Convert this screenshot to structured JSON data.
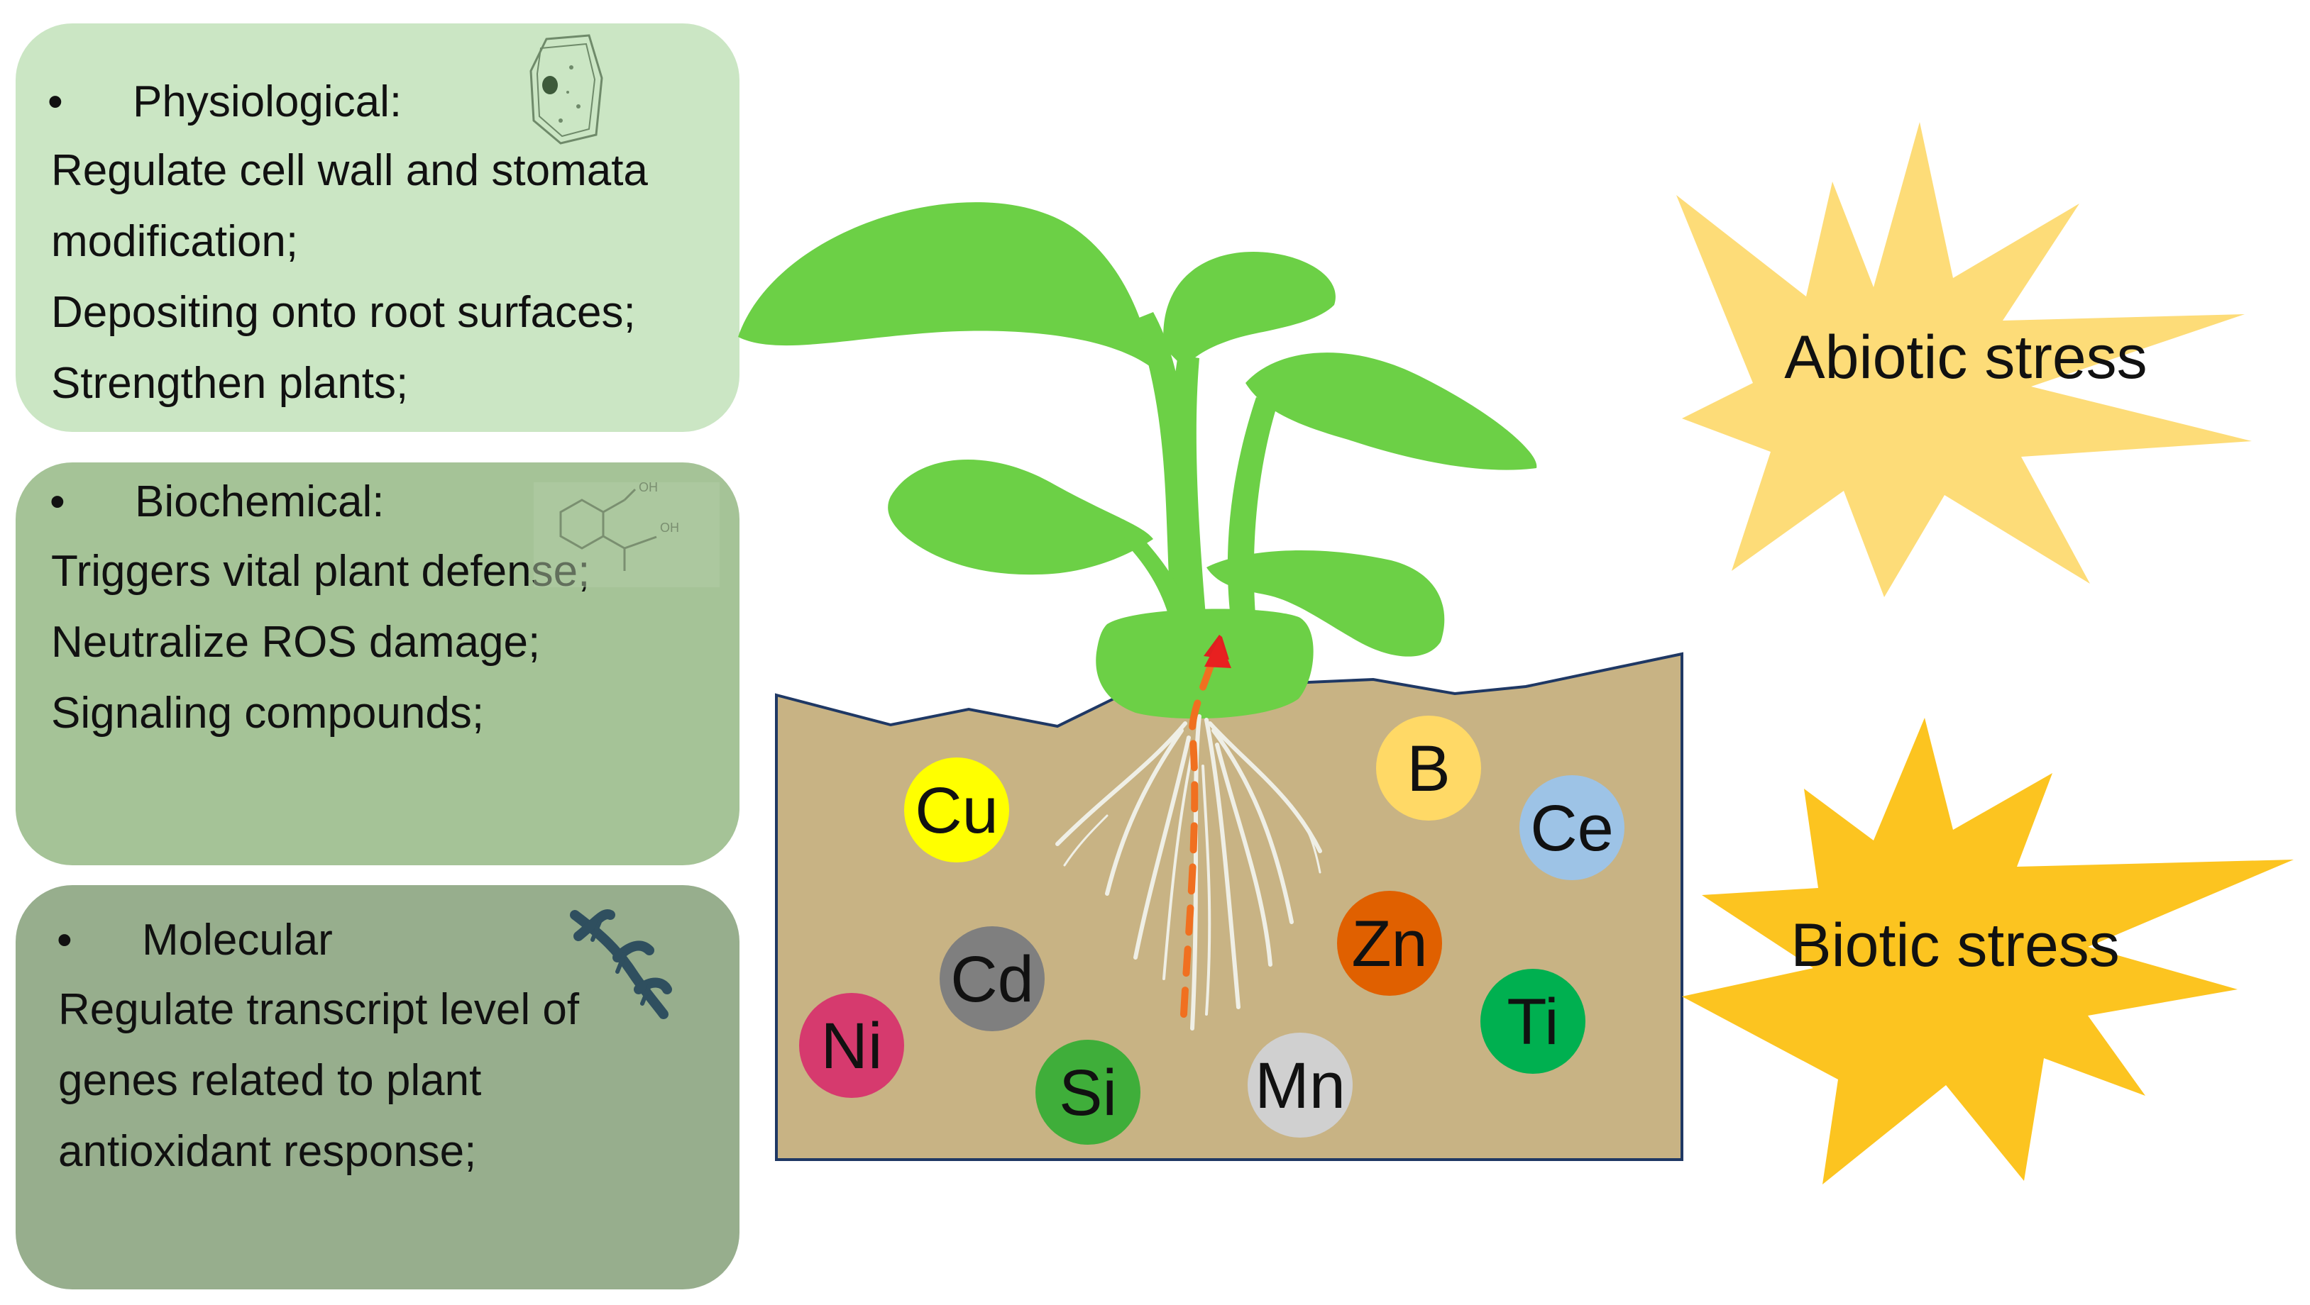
{
  "panels": {
    "physiological": {
      "bullet": "•",
      "heading": "Physiological:",
      "lines": [
        "Regulate cell wall and stomata",
        "modification;",
        "Depositing onto root surfaces;",
        "Strengthen plants;"
      ],
      "icon": "plant-cell-icon",
      "color": "#cbe6c4"
    },
    "biochemical": {
      "bullet": "•",
      "heading": "Biochemical:",
      "lines": [
        "Triggers vital plant defense;",
        "Neutralize ROS damage;",
        "Signaling compounds;"
      ],
      "icon": "salicylic-acid-structure-icon",
      "icon_labels": [
        "OH",
        "OH"
      ],
      "color": "#a5c397"
    },
    "molecular": {
      "bullet": "•",
      "heading": "Molecular",
      "lines": [
        "Regulate transcript level of",
        "genes related to plant",
        "antioxidant response;"
      ],
      "icon": "dna-helix-icon",
      "color": "#97ae8d"
    }
  },
  "stresses": {
    "abiotic": {
      "label": "Abiotic stress",
      "color": "#fddc78"
    },
    "biotic": {
      "label": "Biotic stress",
      "color": "#fcc420"
    }
  },
  "soil": {
    "color": "#c8b384"
  },
  "plant": {
    "color": "#6cd046"
  },
  "elements": [
    {
      "symbol": "Cu",
      "color": "#ffff00"
    },
    {
      "symbol": "B",
      "color": "#ffd966"
    },
    {
      "symbol": "Ce",
      "color": "#9dc3e6"
    },
    {
      "symbol": "Zn",
      "color": "#e06000"
    },
    {
      "symbol": "Cd",
      "color": "#7f7f7f"
    },
    {
      "symbol": "Ti",
      "color": "#00b050"
    },
    {
      "symbol": "Ni",
      "color": "#d63a6e"
    },
    {
      "symbol": "Si",
      "color": "#3fae3a"
    },
    {
      "symbol": "Mn",
      "color": "#d0d0d0"
    }
  ]
}
